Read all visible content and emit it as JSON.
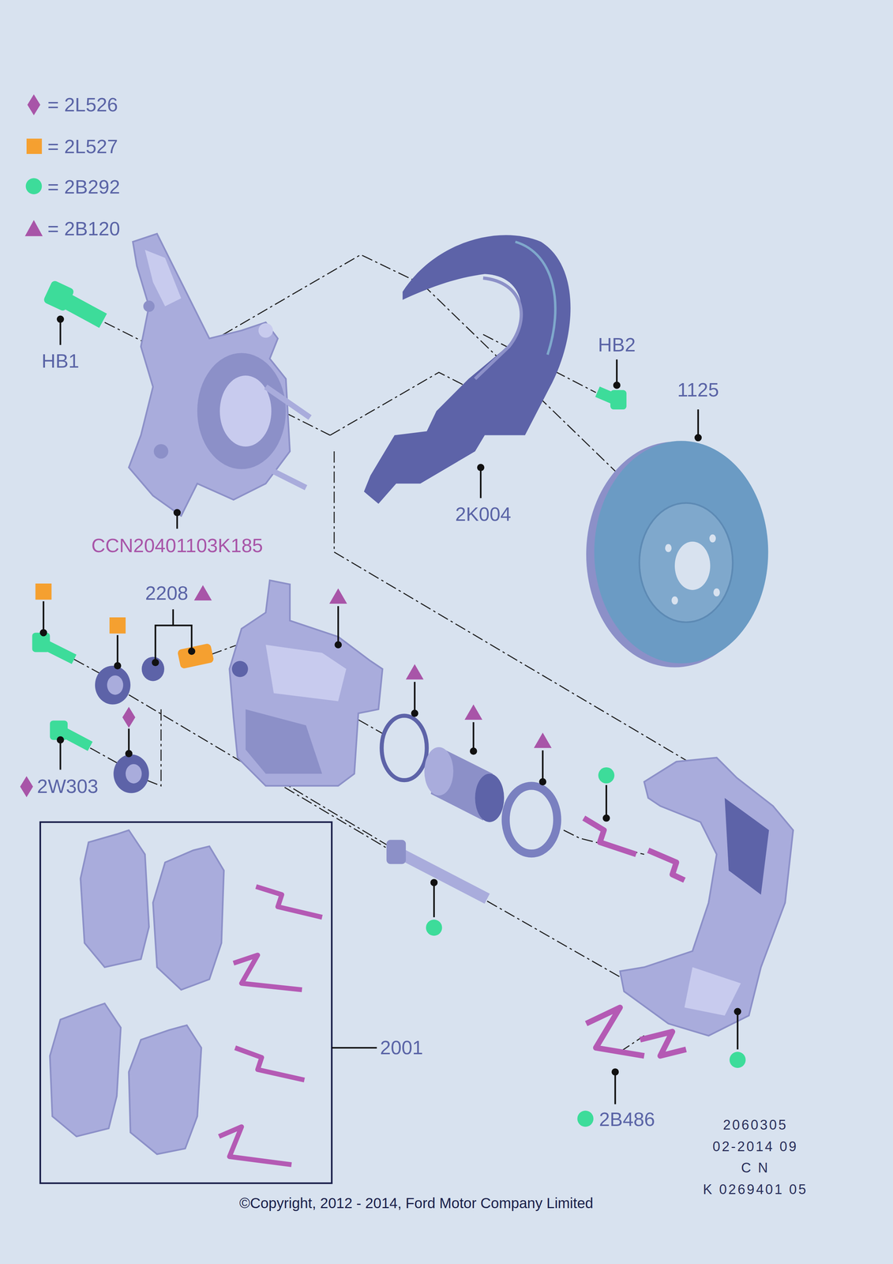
{
  "diagram": {
    "labels": [
      "HB1",
      "HB2",
      "1125",
      "2K004",
      "CCN20401103K185",
      "2208",
      "2W303",
      "2001",
      "2B486",
      "2060305",
      "02-2014 09",
      "C N",
      "K 0269401 05",
      "©Copyright, 2012 - 2014, Ford Motor Company Limited"
    ],
    "legend": [
      {
        "text": "= 2L526"
      },
      {
        "text": "= 2L527"
      },
      {
        "text": "= 2B292"
      },
      {
        "text": "= 2B120"
      }
    ]
  }
}
